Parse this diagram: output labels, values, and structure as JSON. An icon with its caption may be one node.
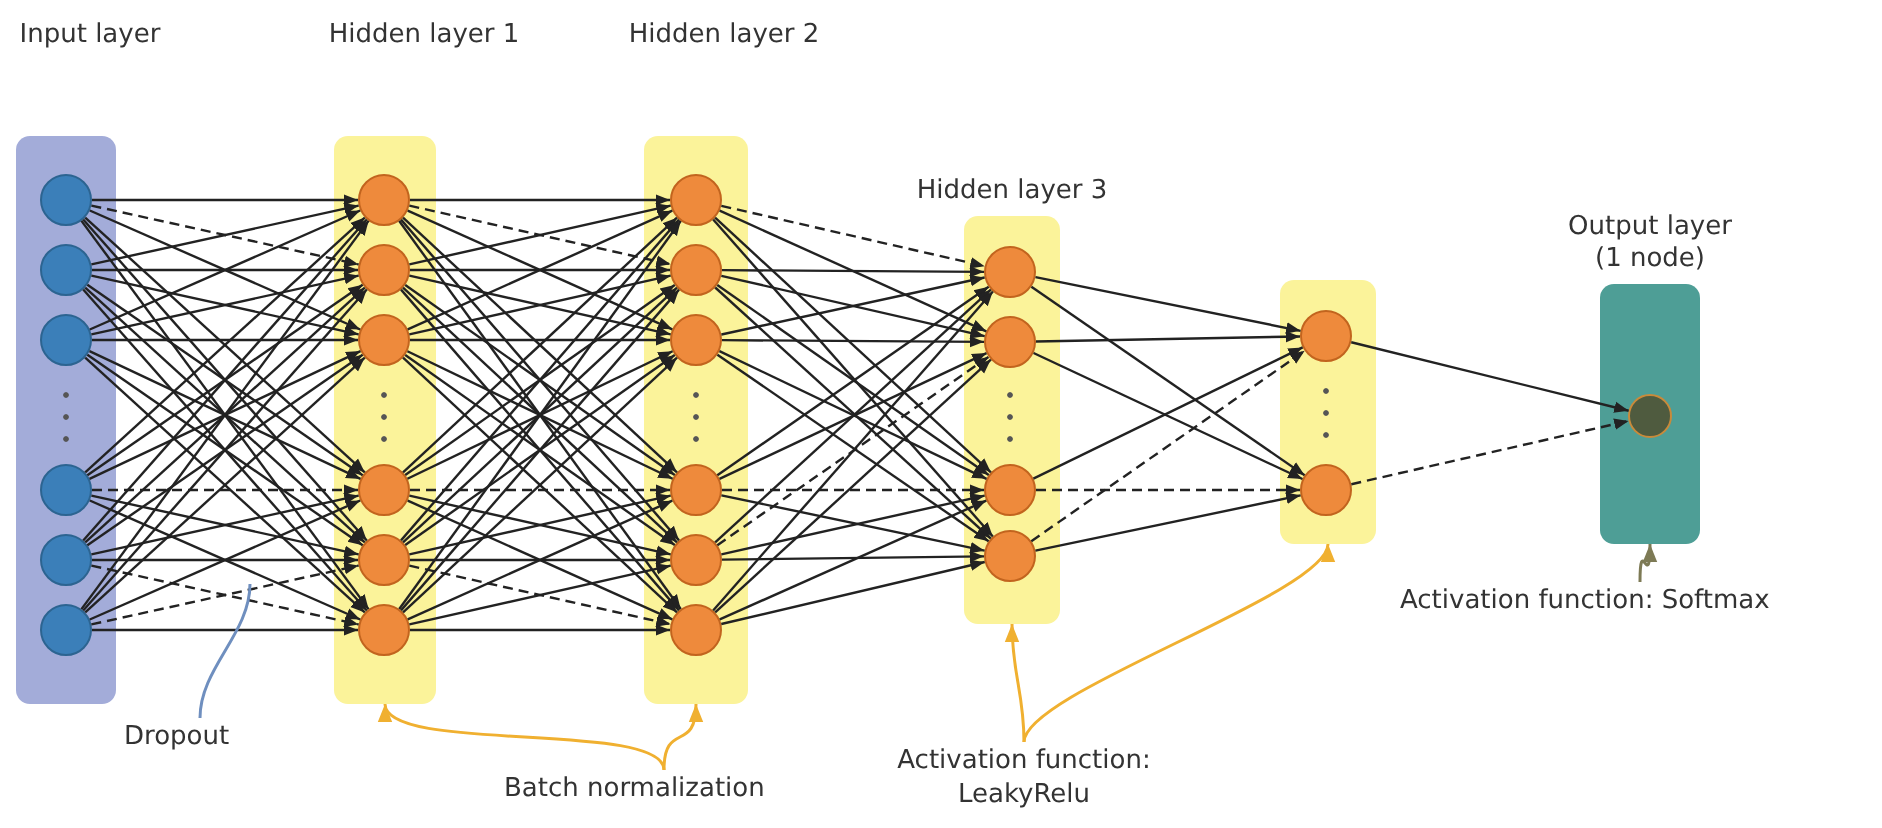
{
  "diagram": {
    "nodes": [
      {
        "text": [
          "Input layer"
        ]
      },
      {
        "text": [],
        "shape": "circle",
        "in": 0
      },
      {
        "text": [],
        "shape": "circle",
        "in": 0
      },
      {
        "text": [],
        "shape": "circle",
        "in": 0
      },
      {
        "text": [],
        "shape": "circle",
        "in": 0
      },
      {
        "text": [],
        "shape": "circle",
        "in": 0
      },
      {
        "text": [],
        "shape": "circle",
        "in": 0
      },
      {
        "text": [
          "Hidden layer 1"
        ]
      },
      {
        "text": [],
        "shape": "circle",
        "in": 7
      },
      {
        "text": [],
        "shape": "circle",
        "in": 7
      },
      {
        "text": [],
        "shape": "circle",
        "in": 7
      },
      {
        "text": [],
        "shape": "circle",
        "in": 7
      },
      {
        "text": [],
        "shape": "circle",
        "in": 7
      },
      {
        "text": [],
        "shape": "circle",
        "in": 7
      },
      {
        "text": [
          "Hidden layer 2"
        ]
      },
      {
        "text": [],
        "shape": "circle",
        "in": 14
      },
      {
        "text": [],
        "shape": "circle",
        "in": 14
      },
      {
        "text": [],
        "shape": "circle",
        "in": 14
      },
      {
        "text": [],
        "shape": "circle",
        "in": 14
      },
      {
        "text": [],
        "shape": "circle",
        "in": 14
      },
      {
        "text": [],
        "shape": "circle",
        "in": 14
      },
      {
        "text": [
          "Hidden layer 3"
        ]
      },
      {
        "text": [],
        "shape": "circle",
        "in": 21
      },
      {
        "text": [],
        "shape": "circle",
        "in": 21
      },
      {
        "text": [],
        "shape": "circle",
        "in": 21
      },
      {
        "text": [],
        "shape": "circle",
        "in": 21
      },
      {
        "text": [],
        "shape": "bar"
      },
      {
        "text": [],
        "shape": "circle",
        "in": 26
      },
      {
        "text": [],
        "shape": "circle",
        "in": 26
      },
      {
        "text": [
          "Output layer (1 node)"
        ]
      },
      {
        "text": [],
        "shape": "circle",
        "in": 29
      },
      {
        "text": [
          "Dropout"
        ]
      },
      {
        "text": [
          "Batch normalization"
        ]
      },
      {
        "text": [
          "Activation function: LeakyRelu"
        ]
      },
      {
        "text": [
          "Activation function: Softmax"
        ]
      }
    ],
    "edges": [
      {
        "from": 1,
        "to": 8,
        "arrow": "to"
      },
      {
        "from": 1,
        "to": 9,
        "arrow": "to",
        "style": "dashed"
      },
      {
        "from": 1,
        "to": 10,
        "arrow": "to"
      },
      {
        "from": 1,
        "to": 11,
        "arrow": "to"
      },
      {
        "from": 1,
        "to": 12,
        "arrow": "to"
      },
      {
        "from": 1,
        "to": 13,
        "arrow": "to"
      },
      {
        "from": 2,
        "to": 8,
        "arrow": "to"
      },
      {
        "from": 2,
        "to": 9,
        "arrow": "to"
      },
      {
        "from": 2,
        "to": 10,
        "arrow": "to"
      },
      {
        "from": 2,
        "to": 11,
        "arrow": "to"
      },
      {
        "from": 2,
        "to": 12,
        "arrow": "to"
      },
      {
        "from": 2,
        "to": 13,
        "arrow": "to"
      },
      {
        "from": 3,
        "to": 8,
        "arrow": "to"
      },
      {
        "from": 3,
        "to": 9,
        "arrow": "to"
      },
      {
        "from": 3,
        "to": 10,
        "arrow": "to"
      },
      {
        "from": 3,
        "to": 11,
        "arrow": "to"
      },
      {
        "from": 3,
        "to": 12,
        "arrow": "to"
      },
      {
        "from": 3,
        "to": 13,
        "arrow": "to"
      },
      {
        "from": 4,
        "to": 8,
        "arrow": "to"
      },
      {
        "from": 4,
        "to": 9,
        "arrow": "to"
      },
      {
        "from": 4,
        "to": 10,
        "arrow": "to"
      },
      {
        "from": 4,
        "to": 11,
        "arrow": "to",
        "style": "dashed"
      },
      {
        "from": 4,
        "to": 12,
        "arrow": "to"
      },
      {
        "from": 4,
        "to": 13,
        "arrow": "to"
      },
      {
        "from": 5,
        "to": 8,
        "arrow": "to"
      },
      {
        "from": 5,
        "to": 9,
        "arrow": "to"
      },
      {
        "from": 5,
        "to": 10,
        "arrow": "to"
      },
      {
        "from": 5,
        "to": 11,
        "arrow": "to"
      },
      {
        "from": 5,
        "to": 12,
        "arrow": "to"
      },
      {
        "from": 5,
        "to": 13,
        "arrow": "to",
        "style": "dashed"
      },
      {
        "from": 6,
        "to": 8,
        "arrow": "to"
      },
      {
        "from": 6,
        "to": 9,
        "arrow": "to"
      },
      {
        "from": 6,
        "to": 10,
        "arrow": "to"
      },
      {
        "from": 6,
        "to": 11,
        "arrow": "to"
      },
      {
        "from": 6,
        "to": 12,
        "arrow": "to",
        "style": "dashed"
      },
      {
        "from": 6,
        "to": 13,
        "arrow": "to"
      },
      {
        "from": 8,
        "to": 15,
        "arrow": "to"
      },
      {
        "from": 8,
        "to": 16,
        "arrow": "to",
        "style": "dashed"
      },
      {
        "from": 8,
        "to": 17,
        "arrow": "to"
      },
      {
        "from": 8,
        "to": 18,
        "arrow": "to"
      },
      {
        "from": 8,
        "to": 19,
        "arrow": "to"
      },
      {
        "from": 8,
        "to": 20,
        "arrow": "to"
      },
      {
        "from": 9,
        "to": 15,
        "arrow": "to"
      },
      {
        "from": 9,
        "to": 16,
        "arrow": "to"
      },
      {
        "from": 9,
        "to": 17,
        "arrow": "to"
      },
      {
        "from": 9,
        "to": 18,
        "arrow": "to"
      },
      {
        "from": 9,
        "to": 19,
        "arrow": "to"
      },
      {
        "from": 9,
        "to": 20,
        "arrow": "to"
      },
      {
        "from": 10,
        "to": 15,
        "arrow": "to"
      },
      {
        "from": 10,
        "to": 16,
        "arrow": "to"
      },
      {
        "from": 10,
        "to": 17,
        "arrow": "to"
      },
      {
        "from": 10,
        "to": 18,
        "arrow": "to"
      },
      {
        "from": 10,
        "to": 19,
        "arrow": "to"
      },
      {
        "from": 10,
        "to": 20,
        "arrow": "to"
      },
      {
        "from": 11,
        "to": 15,
        "arrow": "to"
      },
      {
        "from": 11,
        "to": 16,
        "arrow": "to"
      },
      {
        "from": 11,
        "to": 17,
        "arrow": "to"
      },
      {
        "from": 11,
        "to": 18,
        "arrow": "to",
        "style": "dashed"
      },
      {
        "from": 11,
        "to": 19,
        "arrow": "to"
      },
      {
        "from": 11,
        "to": 20,
        "arrow": "to"
      },
      {
        "from": 12,
        "to": 15,
        "arrow": "to"
      },
      {
        "from": 12,
        "to": 16,
        "arrow": "to"
      },
      {
        "from": 12,
        "to": 17,
        "arrow": "to"
      },
      {
        "from": 12,
        "to": 18,
        "arrow": "to"
      },
      {
        "from": 12,
        "to": 19,
        "arrow": "to"
      },
      {
        "from": 12,
        "to": 20,
        "arrow": "to",
        "style": "dashed"
      },
      {
        "from": 13,
        "to": 15,
        "arrow": "to"
      },
      {
        "from": 13,
        "to": 16,
        "arrow": "to"
      },
      {
        "from": 13,
        "to": 17,
        "arrow": "to"
      },
      {
        "from": 13,
        "to": 18,
        "arrow": "to"
      },
      {
        "from": 13,
        "to": 19,
        "arrow": "to"
      },
      {
        "from": 13,
        "to": 20,
        "arrow": "to"
      },
      {
        "from": 15,
        "to": 22,
        "arrow": "to",
        "style": "dashed"
      },
      {
        "from": 15,
        "to": 23,
        "arrow": "to"
      },
      {
        "from": 15,
        "to": 24,
        "arrow": "to"
      },
      {
        "from": 15,
        "to": 25,
        "arrow": "to"
      },
      {
        "from": 16,
        "to": 22,
        "arrow": "to"
      },
      {
        "from": 16,
        "to": 23,
        "arrow": "to"
      },
      {
        "from": 16,
        "to": 24,
        "arrow": "to"
      },
      {
        "from": 16,
        "to": 25,
        "arrow": "to"
      },
      {
        "from": 17,
        "to": 22,
        "arrow": "to"
      },
      {
        "from": 17,
        "to": 23,
        "arrow": "to"
      },
      {
        "from": 17,
        "to": 24,
        "arrow": "to"
      },
      {
        "from": 17,
        "to": 25,
        "arrow": "to"
      },
      {
        "from": 18,
        "to": 22,
        "arrow": "to"
      },
      {
        "from": 18,
        "to": 23,
        "arrow": "to"
      },
      {
        "from": 18,
        "to": 24,
        "arrow": "to",
        "style": "dashed"
      },
      {
        "from": 18,
        "to": 25,
        "arrow": "to"
      },
      {
        "from": 19,
        "to": 22,
        "arrow": "to"
      },
      {
        "from": 19,
        "to": 23,
        "arrow": "to",
        "style": "dashed"
      },
      {
        "from": 19,
        "to": 24,
        "arrow": "to"
      },
      {
        "from": 19,
        "to": 25,
        "arrow": "to"
      },
      {
        "from": 20,
        "to": 22,
        "arrow": "to"
      },
      {
        "from": 20,
        "to": 23,
        "arrow": "to"
      },
      {
        "from": 20,
        "to": 24,
        "arrow": "to"
      },
      {
        "from": 20,
        "to": 25,
        "arrow": "to"
      },
      {
        "from": 22,
        "to": 27,
        "arrow": "to"
      },
      {
        "from": 22,
        "to": 28,
        "arrow": "to"
      },
      {
        "from": 23,
        "to": 27,
        "arrow": "to"
      },
      {
        "from": 23,
        "to": 28,
        "arrow": "to"
      },
      {
        "from": 24,
        "to": 27,
        "arrow": "to"
      },
      {
        "from": 24,
        "to": 28,
        "arrow": "to",
        "style": "dashed"
      },
      {
        "from": 25,
        "to": 27,
        "arrow": "to",
        "style": "dashed"
      },
      {
        "from": 25,
        "to": 28,
        "arrow": "to"
      },
      {
        "from": 27,
        "to": 30,
        "arrow": "to"
      },
      {
        "from": 28,
        "to": 30,
        "arrow": "to",
        "style": "dashed"
      },
      {
        "from": 31,
        "to": null,
        "arrow": "none",
        "color": "#6f8fbf"
      },
      {
        "from": 32,
        "to": 7,
        "arrow": "to",
        "color": "#f0b030"
      },
      {
        "from": 32,
        "to": 14,
        "arrow": "to",
        "color": "#f0b030"
      },
      {
        "from": 33,
        "to": 21,
        "arrow": "to",
        "color": "#f0b030"
      },
      {
        "from": 33,
        "to": 26,
        "arrow": "to",
        "color": "#f0b030"
      },
      {
        "from": 34,
        "to": 29,
        "arrow": "to",
        "color": "#7d7a55"
      }
    ]
  }
}
